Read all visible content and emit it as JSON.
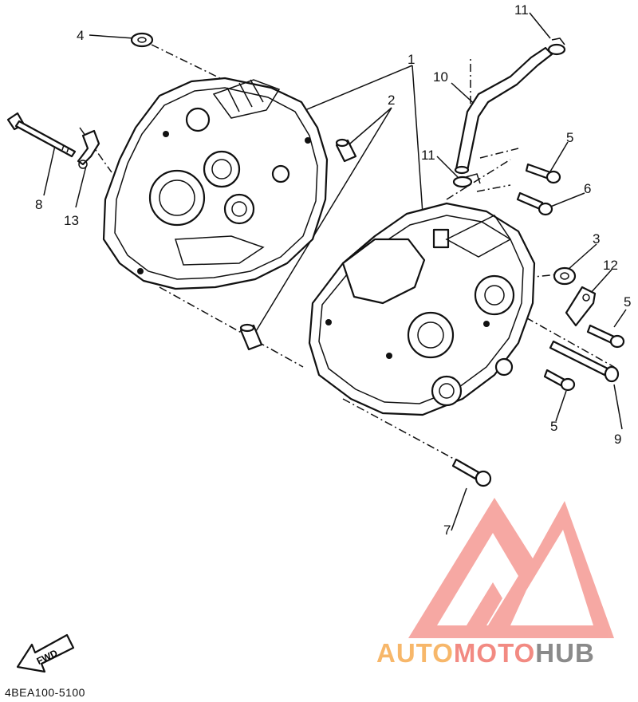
{
  "diagram": {
    "callouts": [
      "1",
      "2",
      "3",
      "4",
      "5",
      "5",
      "5",
      "6",
      "7",
      "8",
      "9",
      "10",
      "11",
      "11",
      "12",
      "13"
    ],
    "fwd_label": "FWD",
    "drawing_code": "4BEA100-5100"
  },
  "watermark": {
    "part1": "AUTO",
    "part2": "MOTO",
    "part3": "HUB",
    "colors": {
      "auto": "#f7b76a",
      "moto": "#f28a82",
      "hub": "#8a8a8a",
      "logo": "#f59a93"
    }
  }
}
